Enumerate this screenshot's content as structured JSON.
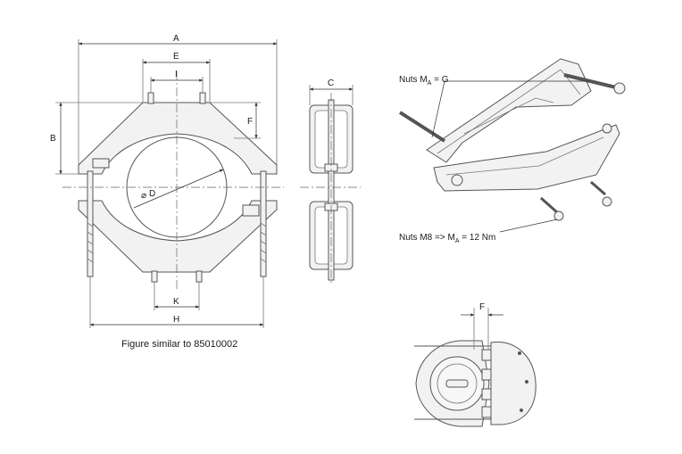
{
  "dimensions": {
    "A": "A",
    "E": "E",
    "I": "I",
    "B": "B",
    "F": "F",
    "D": "D",
    "K": "K",
    "H": "H",
    "C": "C",
    "F_detail": "F"
  },
  "labels": {
    "nuts_g_prefix": "Nuts M",
    "nuts_g_sub": "A",
    "nuts_g_suffix": " = G",
    "nuts_m8_prefix": "Nuts M8 => M",
    "nuts_m8_sub": "A",
    "nuts_m8_suffix": " = 12 Nm"
  },
  "caption": "Figure similar to 85010002",
  "colors": {
    "line": "#555555",
    "text": "#1a1a1a",
    "fill": "#f2f2f2"
  }
}
